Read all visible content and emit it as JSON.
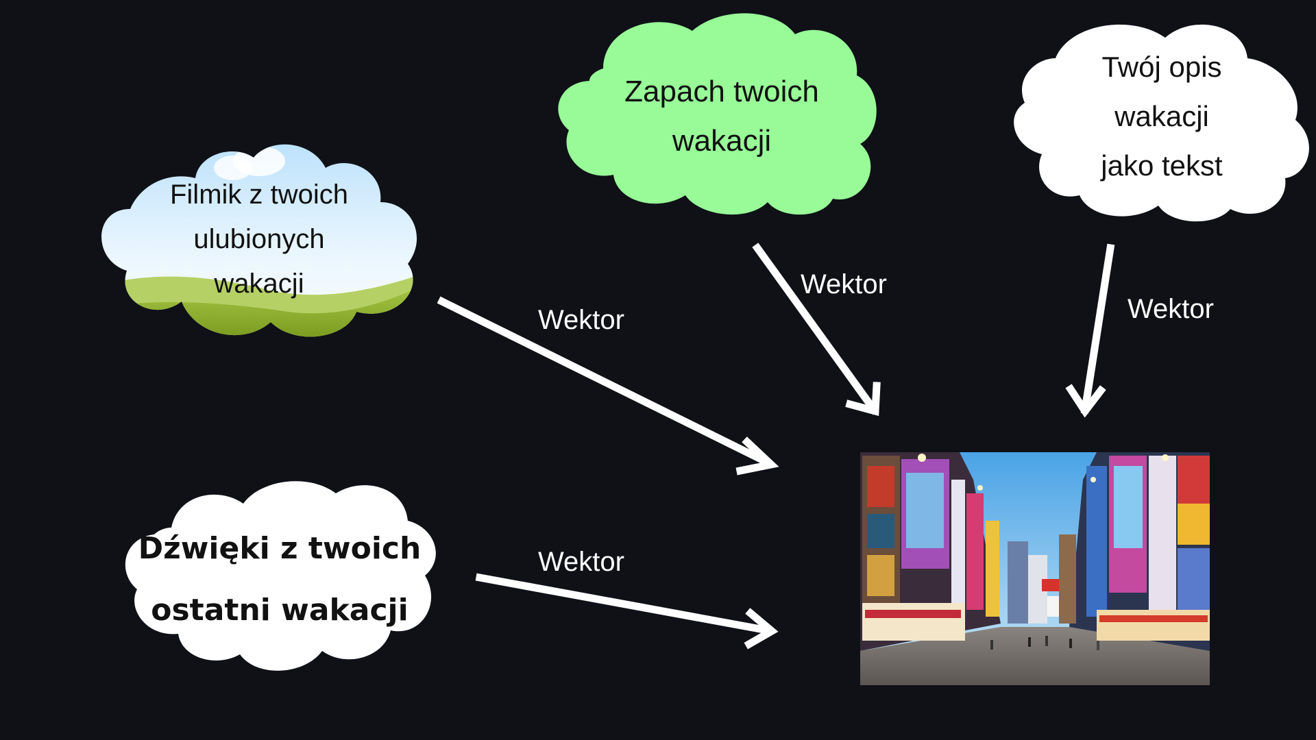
{
  "clouds": {
    "video": {
      "lines": [
        "Filmik z twoich",
        "ulubionych",
        "wakacji"
      ]
    },
    "smell": {
      "lines": [
        "Zapach twoich",
        "wakacji"
      ],
      "color": "#98fb98"
    },
    "text": {
      "lines": [
        "Twój opis",
        "wakacji",
        "jako tekst"
      ],
      "color": "#ffffff"
    },
    "sound": {
      "lines": [
        "Dźwięki z twoich",
        "ostatni wakacji"
      ],
      "color": "#ffffff"
    }
  },
  "arrows": {
    "video_label": "Wektor",
    "smell_label": "Wektor",
    "text_label": "Wektor",
    "sound_label": "Wektor"
  },
  "colors": {
    "background": "#0f1117",
    "arrow": "#ffffff",
    "sky_top": "#bfe3fb",
    "grass": "#7ea21f"
  }
}
